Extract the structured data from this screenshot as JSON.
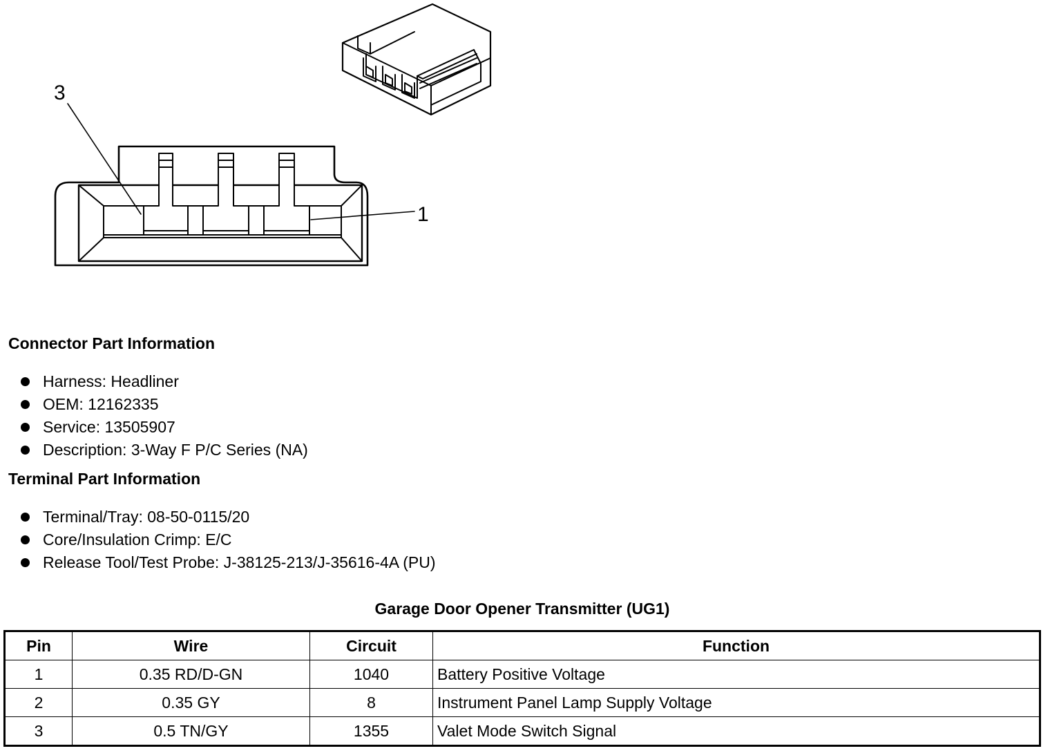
{
  "diagram": {
    "callouts": [
      {
        "label": "3"
      },
      {
        "label": "1"
      }
    ]
  },
  "connector_info": {
    "heading": "Connector Part Information",
    "items": [
      "Harness: Headliner",
      "OEM: 12162335",
      "Service: 13505907",
      "Description: 3-Way F P/C Series (NA)"
    ]
  },
  "terminal_info": {
    "heading": "Terminal Part Information",
    "items": [
      "Terminal/Tray: 08-50-0115/20",
      "Core/Insulation Crimp: E/C",
      "Release Tool/Test Probe: J-38125-213/J-35616-4A (PU)"
    ]
  },
  "pin_table": {
    "title": "Garage Door Opener Transmitter (UG1)",
    "headers": [
      "Pin",
      "Wire",
      "Circuit",
      "Function"
    ],
    "rows": [
      [
        "1",
        "0.35 RD/D-GN",
        "1040",
        "Battery Positive Voltage"
      ],
      [
        "2",
        "0.35 GY",
        "8",
        "Instrument Panel Lamp Supply Voltage"
      ],
      [
        "3",
        "0.5 TN/GY",
        "1355",
        "Valet Mode Switch Signal"
      ]
    ]
  }
}
